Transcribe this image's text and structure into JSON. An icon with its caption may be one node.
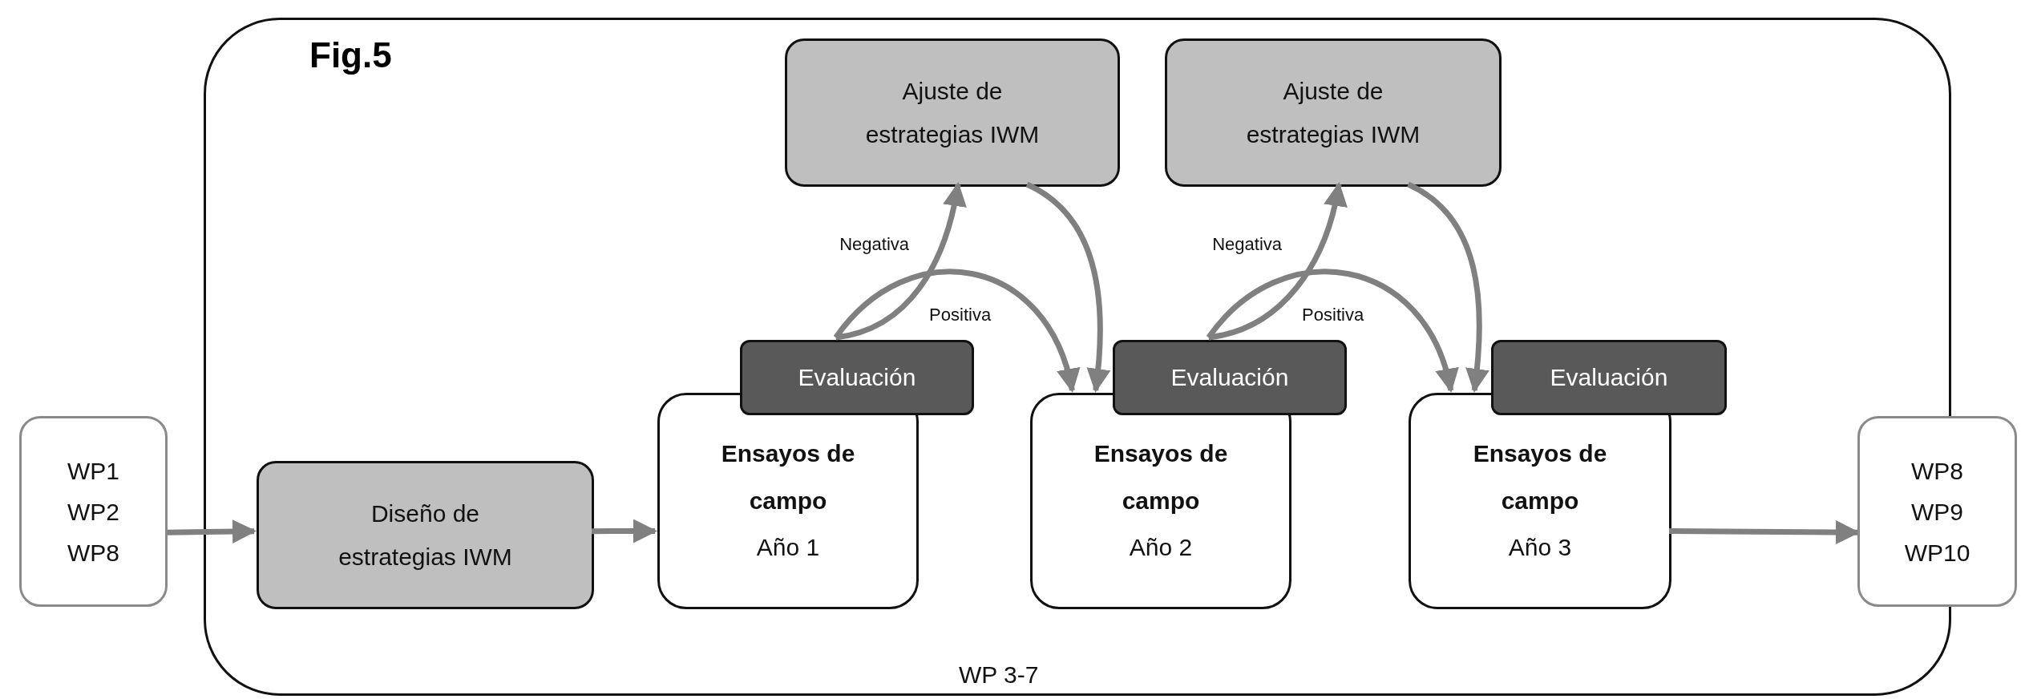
{
  "diagram": {
    "title": "Fig.5",
    "nodes": [
      {
        "text": [
          "WP 3-7"
        ]
      },
      {
        "text": [
          "WP1 WP2 WP8"
        ]
      },
      {
        "text": [
          "Diseño de estrategias IWM"
        ],
        "in": 0
      },
      {
        "text": [
          "Ensayos de campo",
          "Año 1"
        ],
        "in": 0
      },
      {
        "text": [
          "Evaluación"
        ],
        "in": 0
      },
      {
        "text": [
          "Ajuste de estrategias IWM"
        ],
        "in": 0
      },
      {
        "text": [
          "Ensayos de campo",
          "Año 2"
        ],
        "in": 0
      },
      {
        "text": [
          "Evaluación"
        ],
        "in": 0
      },
      {
        "text": [
          "Ajuste de estrategias IWM"
        ],
        "in": 0
      },
      {
        "text": [
          "Ensayos de campo",
          "Año 3"
        ],
        "in": 0
      },
      {
        "text": [
          "Evaluación"
        ],
        "in": 0
      },
      {
        "text": [
          "WP8 WP9 WP10"
        ]
      }
    ],
    "edges": [
      {
        "from": 1,
        "to": 2,
        "arrow": "to"
      },
      {
        "from": 2,
        "to": 3,
        "arrow": "to"
      },
      {
        "from": 4,
        "to": 5,
        "arrow": "to",
        "label": "Negativa"
      },
      {
        "from": 4,
        "to": 6,
        "arrow": "to",
        "label": "Positiva"
      },
      {
        "from": 5,
        "to": 6,
        "arrow": "to"
      },
      {
        "from": 7,
        "to": 8,
        "arrow": "to",
        "label": "Negativa"
      },
      {
        "from": 7,
        "to": 9,
        "arrow": "to",
        "label": "Positiva"
      },
      {
        "from": 8,
        "to": 9,
        "arrow": "to"
      },
      {
        "from": 9,
        "to": 11,
        "arrow": "to"
      }
    ]
  }
}
